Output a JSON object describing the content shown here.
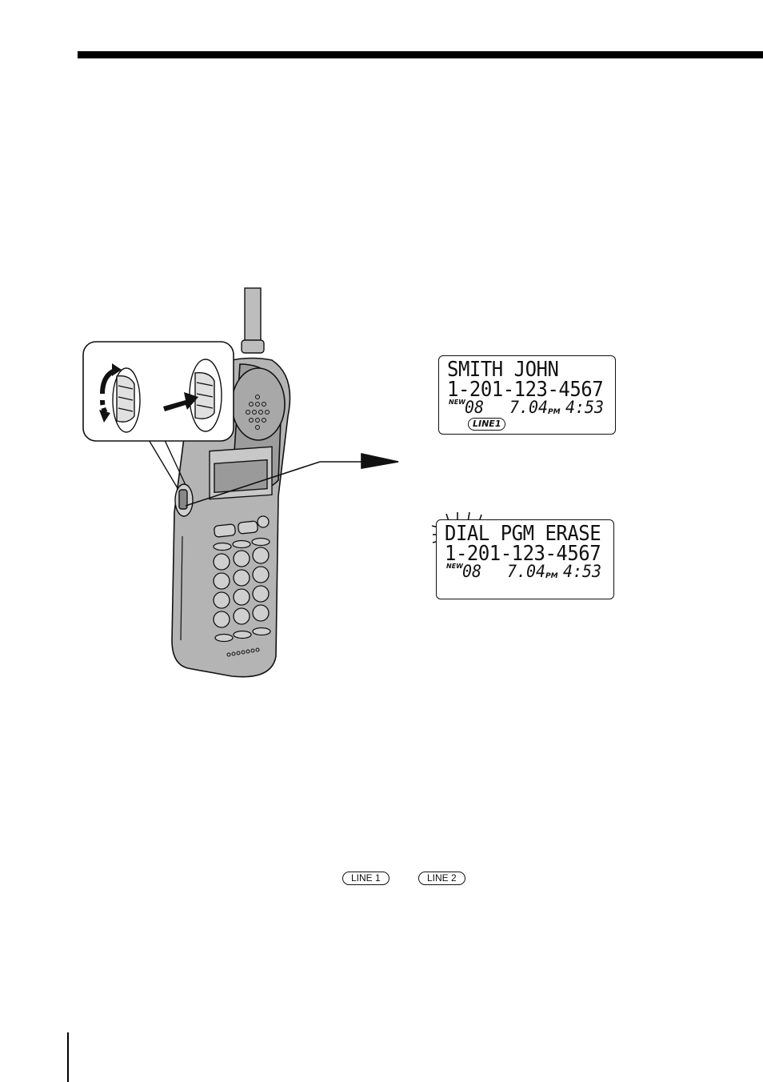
{
  "display1": {
    "line1": "SMITH JOHN",
    "line2": "1-201-123-4567",
    "new_label": "NEW",
    "count": "08",
    "date": "7.04",
    "ampm": "PM",
    "time": "4:53",
    "line_badge": "LINE1"
  },
  "display2": {
    "line1": "DIAL PGM ERASE",
    "line2": "1-201-123-4567",
    "new_label": "NEW",
    "count": "08",
    "date": "7.04",
    "ampm": "PM",
    "time": "4:53"
  },
  "line_buttons": {
    "line1": "LINE 1",
    "line2": "LINE 2"
  }
}
